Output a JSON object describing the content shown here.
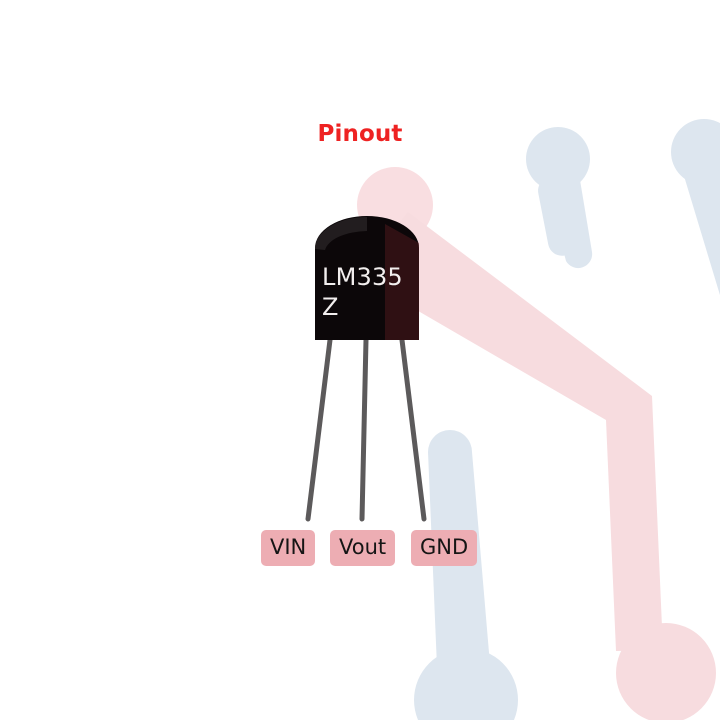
{
  "page": {
    "title": "Pinout",
    "title_color": "#ee2222",
    "background_color": "#ffffff"
  },
  "component": {
    "name": "LM335",
    "label_line_1": "LM335",
    "label_line_2": "Z",
    "package": "TO-92",
    "body_color": "#0c0709",
    "body_text_color": "#f2eeee",
    "lead_color": "#5c5a5b",
    "lead_count": 3
  },
  "pins": [
    {
      "label": "VIN",
      "index": 1
    },
    {
      "label": "Vout",
      "index": 2
    },
    {
      "label": "GND",
      "index": 3
    }
  ],
  "pin_label_style": {
    "background": "#edadb3",
    "text_color": "#151515"
  },
  "decorations": {
    "pcb_trace_pink": "#f7dcdf",
    "pcb_trace_blue": "#dde6ef",
    "pink_pad_behind_component": "#f9dee1"
  }
}
